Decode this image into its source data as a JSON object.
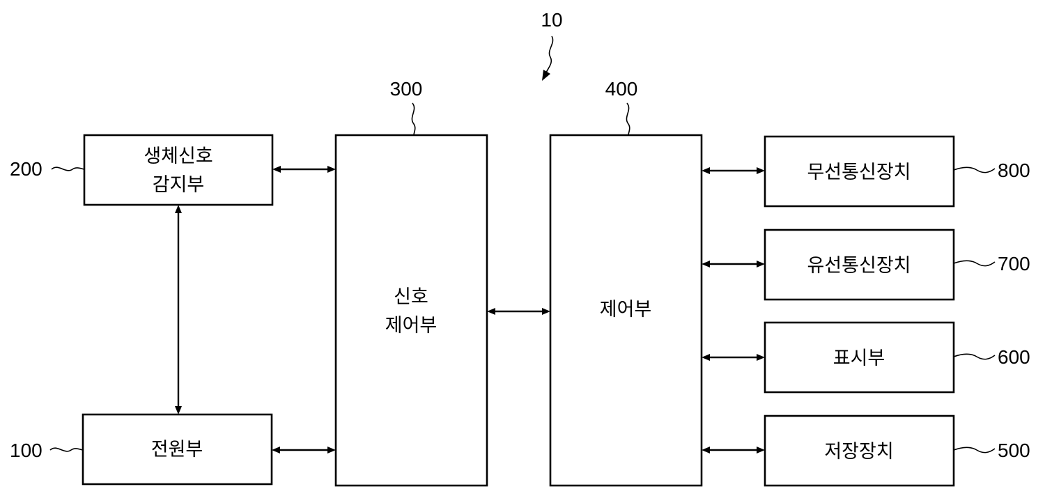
{
  "figure": {
    "ref": "10"
  },
  "blocks": {
    "biosignal_sensor": {
      "ref": "200",
      "label_lines": [
        "생체신호",
        "감지부"
      ]
    },
    "power_supply": {
      "ref": "100",
      "label_lines": [
        "전원부"
      ]
    },
    "signal_controller": {
      "ref": "300",
      "label_lines": [
        "신호",
        "제어부"
      ]
    },
    "controller": {
      "ref": "400",
      "label_lines": [
        "제어부"
      ]
    },
    "wireless_comm": {
      "ref": "800",
      "label_lines": [
        "무선통신장치"
      ]
    },
    "wired_comm": {
      "ref": "700",
      "label_lines": [
        "유선통신장치"
      ]
    },
    "display": {
      "ref": "600",
      "label_lines": [
        "표시부"
      ]
    },
    "storage": {
      "ref": "500",
      "label_lines": [
        "저장장치"
      ]
    }
  },
  "connections": [
    {
      "from": "biosignal_sensor",
      "to": "signal_controller",
      "direction": "bidirectional"
    },
    {
      "from": "power_supply",
      "to": "signal_controller",
      "direction": "bidirectional"
    },
    {
      "from": "biosignal_sensor",
      "to": "power_supply",
      "direction": "bidirectional"
    },
    {
      "from": "signal_controller",
      "to": "controller",
      "direction": "bidirectional"
    },
    {
      "from": "controller",
      "to": "wireless_comm",
      "direction": "bidirectional"
    },
    {
      "from": "controller",
      "to": "wired_comm",
      "direction": "bidirectional"
    },
    {
      "from": "controller",
      "to": "display",
      "direction": "bidirectional"
    },
    {
      "from": "controller",
      "to": "storage",
      "direction": "bidirectional"
    }
  ],
  "colors": {
    "stroke": "#000000",
    "background": "#ffffff"
  }
}
